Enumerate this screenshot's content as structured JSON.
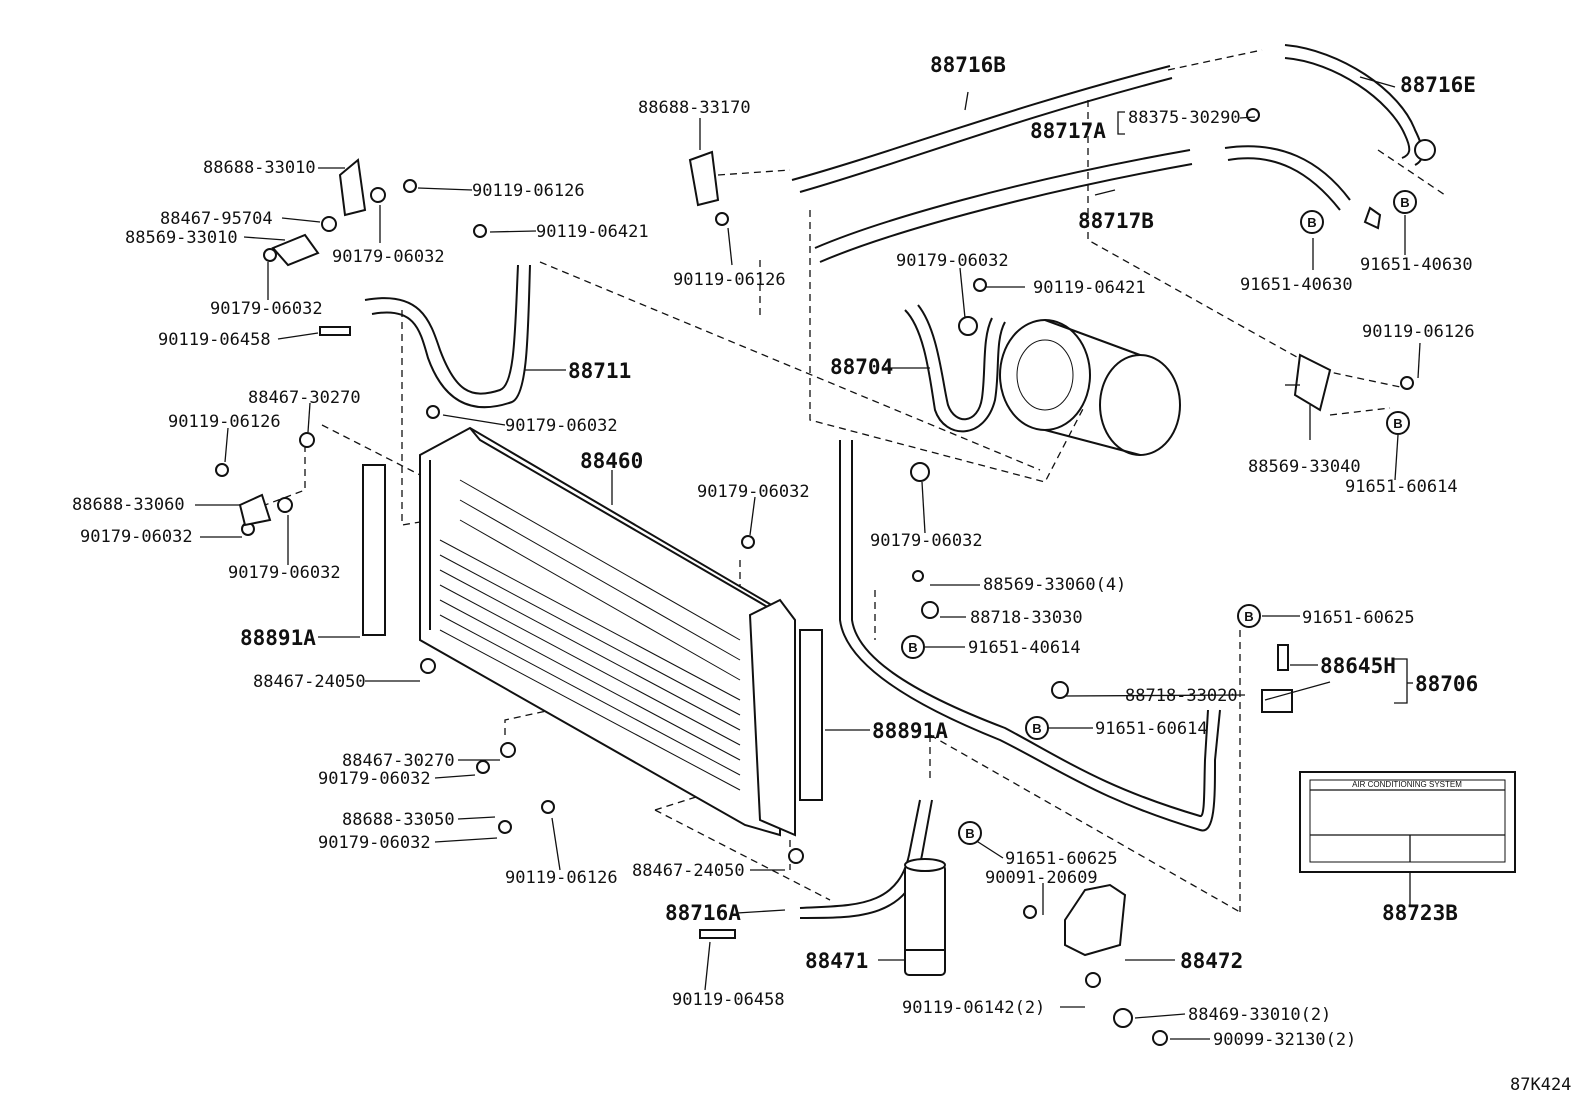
{
  "diagram_code": "87K424",
  "label_plate_caption": "AIR CONDITIONING SYSTEM",
  "bolt_mark": "B",
  "labels": {
    "p88716B": "88716B",
    "p88716E": "88716E",
    "p88717A": "88717A",
    "p88375_30290": "88375-30290",
    "p88717B": "88717B",
    "p88688_33170": "88688-33170",
    "p88688_33010": "88688-33010",
    "p90119_06126_a": "90119-06126",
    "p88467_95704": "88467-95704",
    "p88569_33010": "88569-33010",
    "p90119_06421_a": "90119-06421",
    "p90179_06032_a": "90179-06032",
    "p90179_06032_b": "90179-06032",
    "p90119_06458_a": "90119-06458",
    "p88711": "88711",
    "p90119_06126_b": "90119-06126",
    "p90179_06032_c": "90179-06032",
    "p90119_06421_b": "90119-06421",
    "p91651_40630_a": "91651-40630",
    "p91651_40630_b": "91651-40630",
    "p88704": "88704",
    "p90119_06126_c": "90119-06126",
    "p88467_30270_a": "88467-30270",
    "p90119_06126_d": "90119-06126",
    "p90179_06032_d": "90179-06032",
    "p88460": "88460",
    "p88688_33060": "88688-33060",
    "p90179_06032_e": "90179-06032",
    "p90179_06032_f": "90179-06032",
    "p90179_06032_g": "90179-06032",
    "p88569_33040": "88569-33040",
    "p91651_60614_a": "91651-60614",
    "p90179_06032_h": "90179-06032",
    "p88569_33060": "88569-33060(4)",
    "p88718_33030": "88718-33030",
    "p91651_60625_a": "91651-60625",
    "p91651_40614": "91651-40614",
    "p88891A_a": "88891A",
    "p88645H": "88645H",
    "p88706": "88706",
    "p88467_24050_a": "88467-24050",
    "p88718_33020": "88718-33020",
    "p91651_60614_b": "91651-60614",
    "p88891A_b": "88891A",
    "p88467_30270_b": "88467-30270",
    "p90179_06032_i": "90179-06032",
    "p88688_33050": "88688-33050",
    "p90179_06032_j": "90179-06032",
    "p91651_60625_b": "91651-60625",
    "p88467_24050_b": "88467-24050",
    "p90119_06126_e": "90119-06126",
    "p90091_20609": "90091-20609",
    "p88716A": "88716A",
    "p88723B": "88723B",
    "p88471": "88471",
    "p88472": "88472",
    "p90119_06458_b": "90119-06458",
    "p90119_06142": "90119-06142(2)",
    "p88469_33010": "88469-33010(2)",
    "p90099_32130": "90099-32130(2)"
  }
}
